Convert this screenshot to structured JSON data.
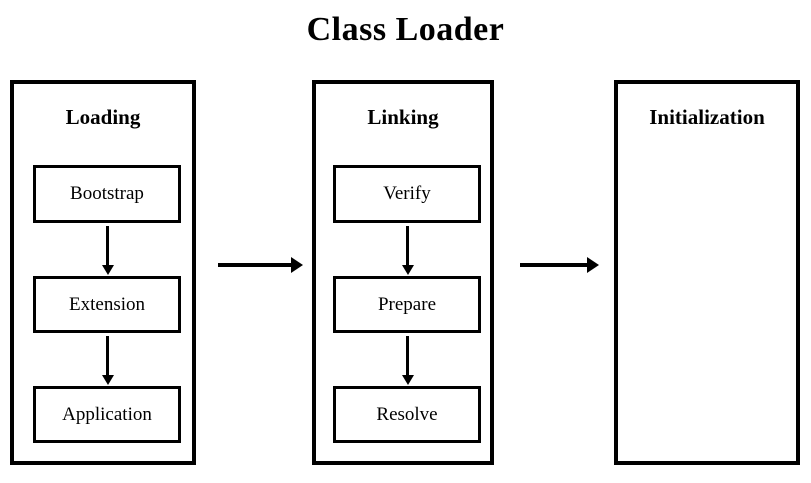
{
  "diagram": {
    "title": "Class Loader",
    "background_color": "#ffffff",
    "stroke_color": "#000000",
    "stages": [
      {
        "id": "loading",
        "title": "Loading",
        "nodes": [
          {
            "id": "bootstrap",
            "label": "Bootstrap"
          },
          {
            "id": "extension",
            "label": "Extension"
          },
          {
            "id": "application",
            "label": "Application"
          }
        ]
      },
      {
        "id": "linking",
        "title": "Linking",
        "nodes": [
          {
            "id": "verify",
            "label": "Verify"
          },
          {
            "id": "prepare",
            "label": "Prepare"
          },
          {
            "id": "resolve",
            "label": "Resolve"
          }
        ]
      },
      {
        "id": "initialization",
        "title": "Initialization",
        "nodes": []
      }
    ],
    "connectors": [
      {
        "id": "bootstrap-extension",
        "from": "bootstrap",
        "to": "extension",
        "direction": "down",
        "icon": "down-arrow-icon"
      },
      {
        "id": "extension-application",
        "from": "extension",
        "to": "application",
        "direction": "down",
        "icon": "down-arrow-icon"
      },
      {
        "id": "verify-prepare",
        "from": "verify",
        "to": "prepare",
        "direction": "down",
        "icon": "down-arrow-icon"
      },
      {
        "id": "prepare-resolve",
        "from": "prepare",
        "to": "resolve",
        "direction": "down",
        "icon": "down-arrow-icon"
      },
      {
        "id": "loading-linking",
        "from": "loading",
        "to": "linking",
        "direction": "right",
        "icon": "right-arrow-icon"
      },
      {
        "id": "linking-initialization",
        "from": "linking",
        "to": "initialization",
        "direction": "right",
        "icon": "right-arrow-icon"
      }
    ]
  }
}
